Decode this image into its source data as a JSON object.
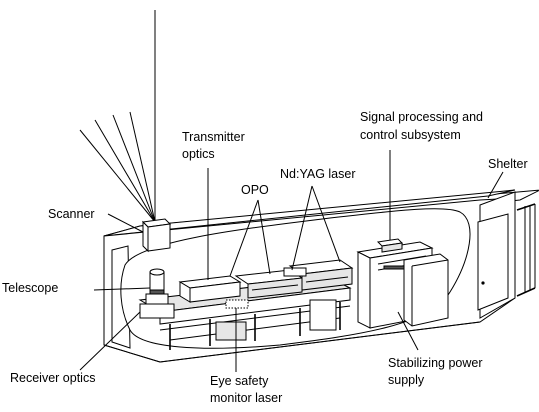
{
  "labels": {
    "transmitter_optics_1": "Transmitter",
    "transmitter_optics_2": "optics",
    "signal_processing_1": "Signal processing and",
    "signal_processing_2": "control subsystem",
    "shelter": "Shelter",
    "nd_yag_laser": "Nd:YAG laser",
    "opo": "OPO",
    "scanner": "Scanner",
    "telescope": "Telescope",
    "receiver_optics": "Receiver optics",
    "eye_safety_1": "Eye safety",
    "eye_safety_2": "monitor laser",
    "stabilizing_power_1": "Stabilizing power",
    "stabilizing_power_2": "supply"
  }
}
